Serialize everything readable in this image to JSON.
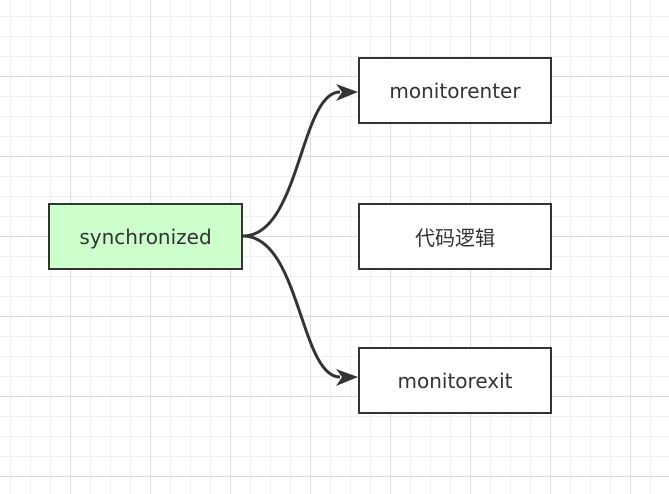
{
  "diagram": {
    "nodes": {
      "synchronized": {
        "label": "synchronized",
        "fill": "#ccffcc"
      },
      "monitorenter": {
        "label": "monitorenter",
        "fill": "#ffffff"
      },
      "code_logic": {
        "label": "代码逻辑",
        "fill": "#ffffff"
      },
      "monitorexit": {
        "label": "monitorexit",
        "fill": "#ffffff"
      }
    },
    "edges": [
      {
        "from": "synchronized",
        "to": "monitorenter"
      },
      {
        "from": "synchronized",
        "to": "monitorexit"
      }
    ],
    "colors": {
      "stroke": "#333333",
      "grid": "#dcdcdc"
    }
  }
}
